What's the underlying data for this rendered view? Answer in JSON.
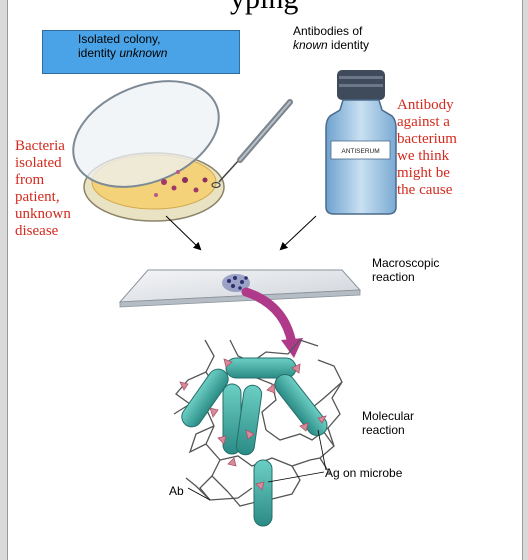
{
  "heading_fragment": "yping",
  "labels": {
    "isolated_colony_line1": "Isolated colony,",
    "isolated_colony_line2_prefix": "identity ",
    "isolated_colony_line2_italic": "unknown",
    "antibodies_line1": "Antibodies of",
    "antibodies_line2_italic": "known",
    "antibodies_line2_suffix": " identity",
    "bacteria_isolated": [
      "Bacteria",
      "isolated",
      "from",
      "patient,",
      "unknown",
      "disease"
    ],
    "antibody_against": [
      "Antibody",
      "against a",
      "bacterium",
      "we think",
      "might be",
      "the cause"
    ],
    "antiserum": "ANTISERUM",
    "macroscopic_line1": "Macroscopic",
    "macroscopic_line2": "reaction",
    "molecular_line1": "Molecular",
    "molecular_line2": "reaction",
    "ag_on_microbe": "Ag on microbe",
    "ab": "Ab"
  },
  "colors": {
    "box_fill": "#4aa3e6",
    "red_text": "#d42a1e",
    "bacteria": "#3aa7a0",
    "arrow": "#b03a8a",
    "agar": "#f3d27a"
  }
}
